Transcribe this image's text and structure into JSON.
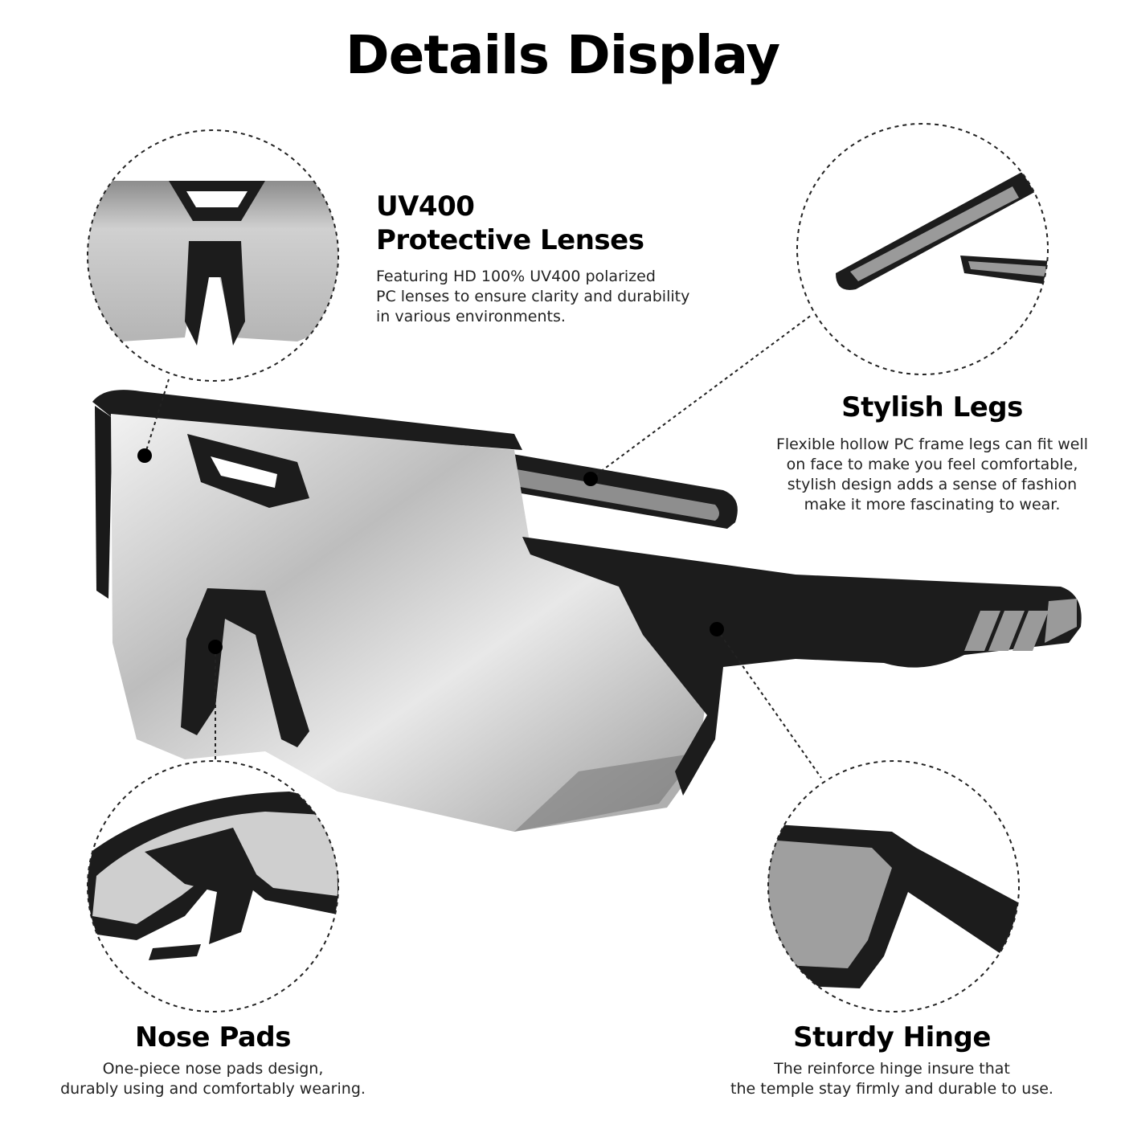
{
  "page": {
    "title": "Details Display"
  },
  "features": {
    "lenses": {
      "title_lines": [
        "UV400",
        "Protective Lenses"
      ],
      "desc_lines": [
        "Featuring HD 100% UV400 polarized",
        "PC lenses to ensure clarity and durability",
        "in various environments."
      ]
    },
    "legs": {
      "title": "Stylish Legs",
      "desc_lines": [
        "Flexible hollow PC frame legs can fit well",
        "on face to make you feel comfortable,",
        "stylish design adds a sense of fashion",
        "make it more fascinating to wear."
      ]
    },
    "nose_pads": {
      "title": "Nose Pads",
      "desc_lines": [
        "One-piece nose pads design,",
        "durably using and comfortably wearing."
      ]
    },
    "hinge": {
      "title": "Sturdy Hinge",
      "desc_lines": [
        "The reinforce hinge insure that",
        "the temple stay firmly and durable to use."
      ]
    }
  },
  "colors": {
    "frame": "#1c1c1c",
    "lens_light": "#e4e4e4",
    "lens_dark": "#8a8a8a",
    "accent_grey": "#9a9a9a",
    "callout_line": "#222222"
  }
}
